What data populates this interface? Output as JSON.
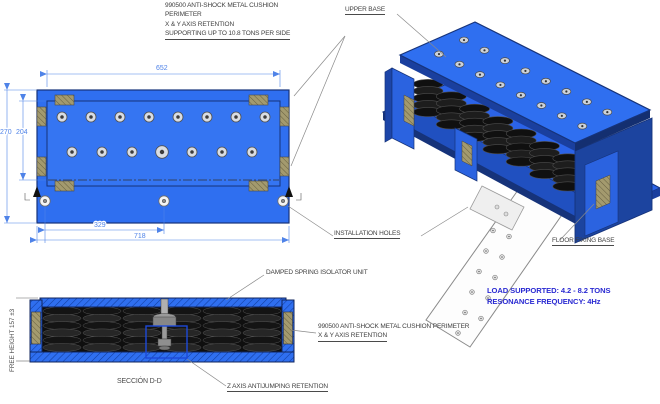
{
  "annotations": {
    "cushion_top_lines": [
      "990500 ANTI-SHOCK METAL CUSHION",
      "PERIMETER",
      "X & Y AXIS RETENTION",
      "SUPPORTING UP TO 10.8 TONS PER SIDE"
    ],
    "upper_base": "UPPER BASE",
    "installation_holes": "INSTALLATION HOLES",
    "floor_fixing_base": "FLOOR FIXING BASE",
    "damped_spring_unit": "DAMPED SPRING ISOLATOR UNIT",
    "cushion_section_line1": "990500 ANTI-SHOCK METAL CUSHION PERIMETER",
    "cushion_section_line2": "X & Y AXIS RETENTION",
    "z_axis_retention": "Z AXIS  ANTIJUMPING RETENTION",
    "section_label": "SECCIÓN D-D",
    "free_height": "FREE HEIGHT 157 ±3"
  },
  "specs": {
    "load_supported": "LOAD SUPPORTED: 4.2 - 8.2 TONS",
    "resonance_frequency": "RESONANCE FREQUENCY: 4Hz"
  },
  "dimensions": {
    "upper_width": "652",
    "outer_depth": "270",
    "inner_depth": "204",
    "install_hole_spacing": "329",
    "overall_width": "718"
  },
  "colors": {
    "primary_blue": "#2f6ff0",
    "dark_blue": "#16337a",
    "mid_blue": "#2050c0",
    "dim_blue": "#4f83e8",
    "spec_blue": "#2a2ad2",
    "pad_tan": "#9a9166",
    "spring_black": "#161616"
  }
}
